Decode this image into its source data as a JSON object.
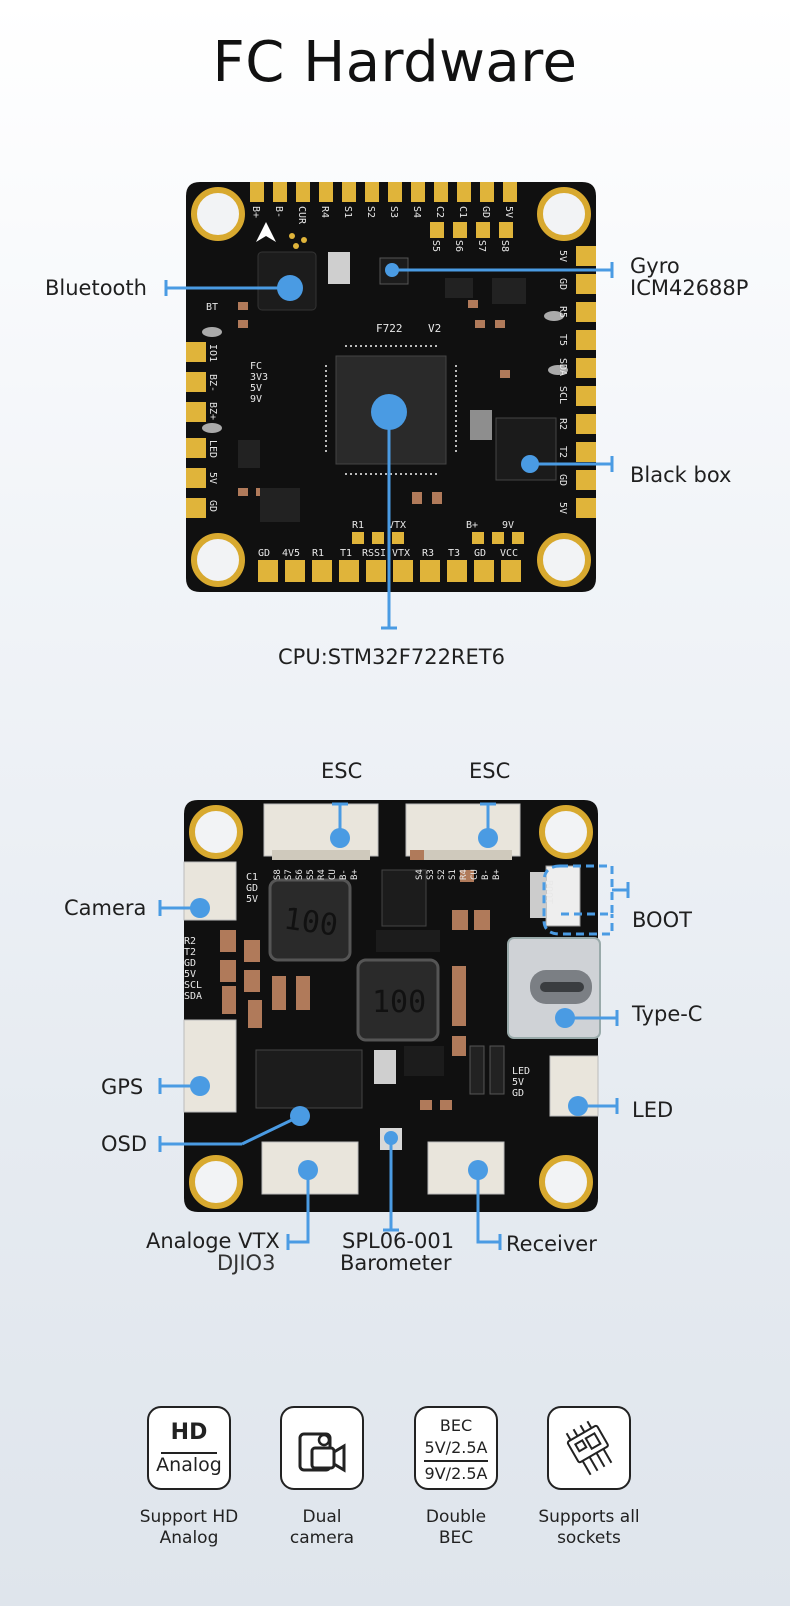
{
  "title": "FC Hardware",
  "top_board": {
    "labels": {
      "bluetooth": "Bluetooth",
      "gyro_line1": "Gyro",
      "gyro_line2": "ICM42688P",
      "black_box": "Black box",
      "cpu": "CPU:STM32F722RET6"
    },
    "silk": {
      "top_pads": [
        "B+",
        "B-",
        "CUR",
        "R4",
        "S1",
        "S2",
        "S3",
        "S4",
        "C2",
        "C1",
        "GD",
        "5V"
      ],
      "top_row2": [
        "S5",
        "S6",
        "S7",
        "S8"
      ],
      "right_pads": [
        "5V",
        "GD",
        "R5",
        "T5",
        "SDA",
        "SCL",
        "R2",
        "T2",
        "GD",
        "5V"
      ],
      "left_pads": [
        "IO1",
        "BZ-",
        "BZ+",
        "LED",
        "5V",
        "GD"
      ],
      "bottom_pads": [
        "GD",
        "4V5",
        "R1",
        "T1",
        "RSSI",
        "VTX",
        "R3",
        "T3",
        "GD",
        "VCC"
      ],
      "bottom_row2": [
        "R1",
        "VTX",
        "B+",
        "9V"
      ],
      "model": "F722",
      "version": "V2",
      "bt": "BT",
      "fc_rails": [
        "FC",
        "3V3",
        "5V",
        "9V"
      ]
    }
  },
  "bottom_board": {
    "labels": {
      "esc1": "ESC",
      "esc2": "ESC",
      "camera": "Camera",
      "boot": "BOOT",
      "typec": "Type-C",
      "gps": "GPS",
      "led": "LED",
      "osd": "OSD",
      "vtx_line1": "Analoge  VTX",
      "vtx_line2": "DJIO3",
      "baro_line1": "SPL06-001",
      "baro_line2": "Barometer",
      "receiver": "Receiver"
    },
    "silk": {
      "inductor": "100",
      "cam_pins": [
        "C1",
        "GD",
        "5V"
      ],
      "gps_pins": [
        "R2",
        "T2",
        "GD",
        "5V",
        "SCL",
        "SDA"
      ],
      "led_pins": [
        "LED",
        "5V",
        "GD"
      ],
      "esc_pins_left": [
        "S8",
        "S7",
        "S6",
        "S5",
        "R4",
        "CU",
        "B-",
        "B+"
      ],
      "esc_pins_right": [
        "S4",
        "S3",
        "S2",
        "S1",
        "R4",
        "CU",
        "B-",
        "B+"
      ],
      "boot_btn": "BOOT"
    }
  },
  "features": [
    {
      "icon": "hd-analog-icon",
      "hd": "HD",
      "analog": "Analog",
      "caption_line1": "Support HD",
      "caption_line2": "Analog"
    },
    {
      "icon": "dual-camera-icon",
      "caption_line1": "Dual",
      "caption_line2": "camera"
    },
    {
      "icon": "bec-icon",
      "bec": "BEC",
      "v1": "5V/2.5A",
      "v2": "9V/2.5A",
      "caption_line1": "Double",
      "caption_line2": "BEC"
    },
    {
      "icon": "socket-chip-icon",
      "caption_line1": "Supports all",
      "caption_line2": "sockets"
    }
  ],
  "colors": {
    "accent": "#4a9be3",
    "pcb": "#111111",
    "gold": "#e0b43a",
    "text": "#1f1f1f"
  }
}
